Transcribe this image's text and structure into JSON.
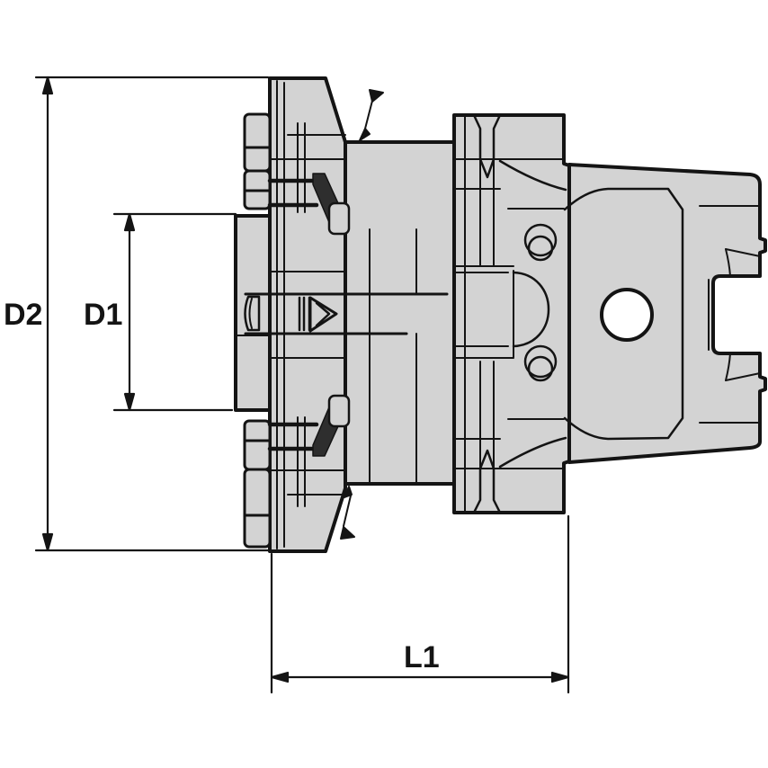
{
  "drawing": {
    "kind": "technical-drawing",
    "dimension_labels": {
      "d2": "D2",
      "d1": "D1",
      "l1": "L1"
    },
    "colors": {
      "part_fill": "#d3d3d3",
      "line": "#141414",
      "screw_dark": "#2e2e2e",
      "background": "#ffffff"
    }
  }
}
